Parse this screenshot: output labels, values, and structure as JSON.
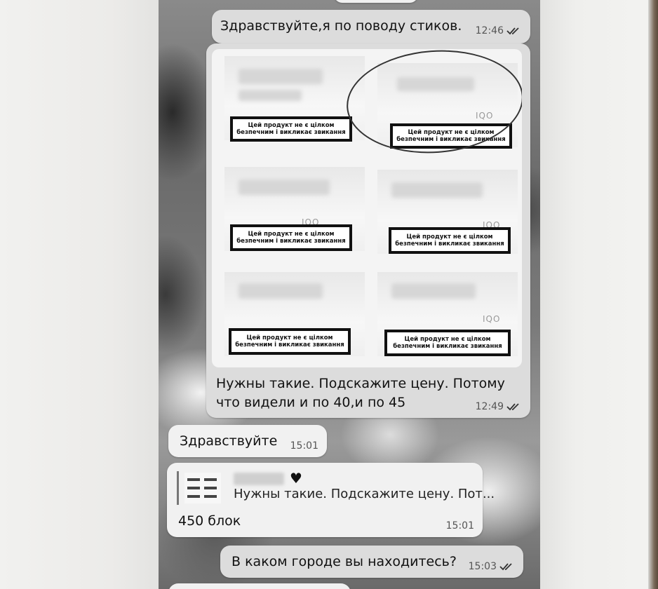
{
  "messages": {
    "m1": {
      "text": "Здравствуйте,я по поводу стиков.",
      "time": "12:46"
    },
    "m2": {
      "caption_line1": "Нужны такие. Подскажите цену. Потому",
      "caption_line2": "что видели и по 40,и по 45",
      "time": "12:49",
      "warning_label": "Цей продукт не є цілком безпечним і викликає звикання",
      "pack_logo": "IQO"
    },
    "m3": {
      "text": "Здравствуйте",
      "time": "15:01"
    },
    "m4": {
      "reply_preview": "Нужны такие. Подскажите цену. Пот...",
      "text": "450 блок",
      "time": "15:01",
      "heart": "♥"
    },
    "m5": {
      "text": "В каком городе вы находитесь?",
      "time": "15:03"
    }
  },
  "colors": {
    "outgoing_bubble": "#dcdcdc",
    "incoming_bubble": "#f1f1f1",
    "wallpaper": "#7a7a7a"
  },
  "icons": {
    "read_receipt": "double-check-icon",
    "heart": "heart-icon"
  }
}
